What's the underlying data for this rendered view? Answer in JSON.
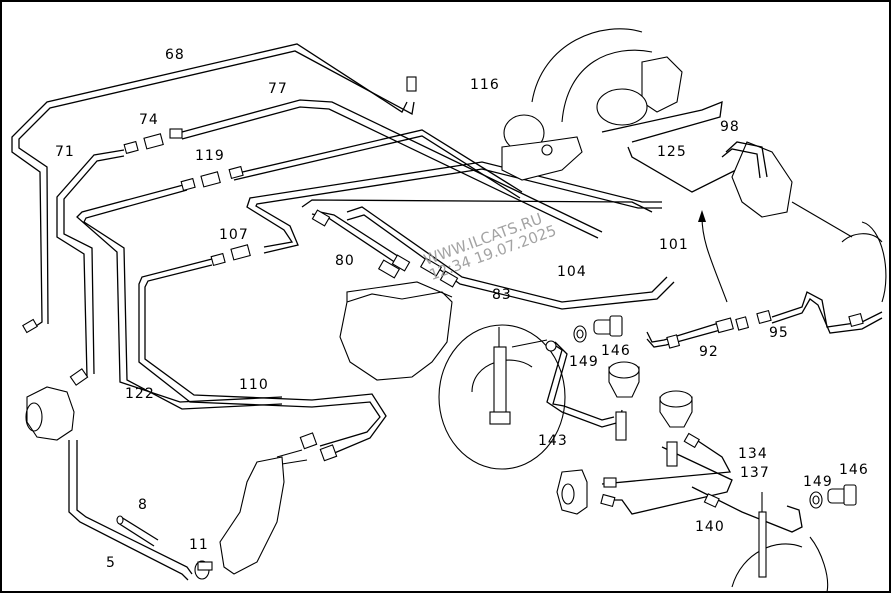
{
  "diagram": {
    "title": "Brake lines parts diagram",
    "watermark": {
      "line1": "WWW.ILCATS.RU",
      "line2": "12:34 19.07.2025"
    },
    "callouts": [
      {
        "id": "68",
        "label": "68"
      },
      {
        "id": "77",
        "label": "77"
      },
      {
        "id": "116",
        "label": "116"
      },
      {
        "id": "74",
        "label": "74"
      },
      {
        "id": "71",
        "label": "71"
      },
      {
        "id": "119",
        "label": "119"
      },
      {
        "id": "125",
        "label": "125"
      },
      {
        "id": "98",
        "label": "98"
      },
      {
        "id": "107",
        "label": "107"
      },
      {
        "id": "101",
        "label": "101"
      },
      {
        "id": "80",
        "label": "80"
      },
      {
        "id": "104",
        "label": "104"
      },
      {
        "id": "83",
        "label": "83"
      },
      {
        "id": "95",
        "label": "95"
      },
      {
        "id": "92",
        "label": "92"
      },
      {
        "id": "149a",
        "label": "149"
      },
      {
        "id": "146a",
        "label": "146"
      },
      {
        "id": "122",
        "label": "122"
      },
      {
        "id": "110",
        "label": "110"
      },
      {
        "id": "143",
        "label": "143"
      },
      {
        "id": "134",
        "label": "134"
      },
      {
        "id": "137",
        "label": "137"
      },
      {
        "id": "149b",
        "label": "149"
      },
      {
        "id": "146b",
        "label": "146"
      },
      {
        "id": "8",
        "label": "8"
      },
      {
        "id": "140",
        "label": "140"
      },
      {
        "id": "11",
        "label": "11"
      },
      {
        "id": "5",
        "label": "5"
      }
    ]
  }
}
